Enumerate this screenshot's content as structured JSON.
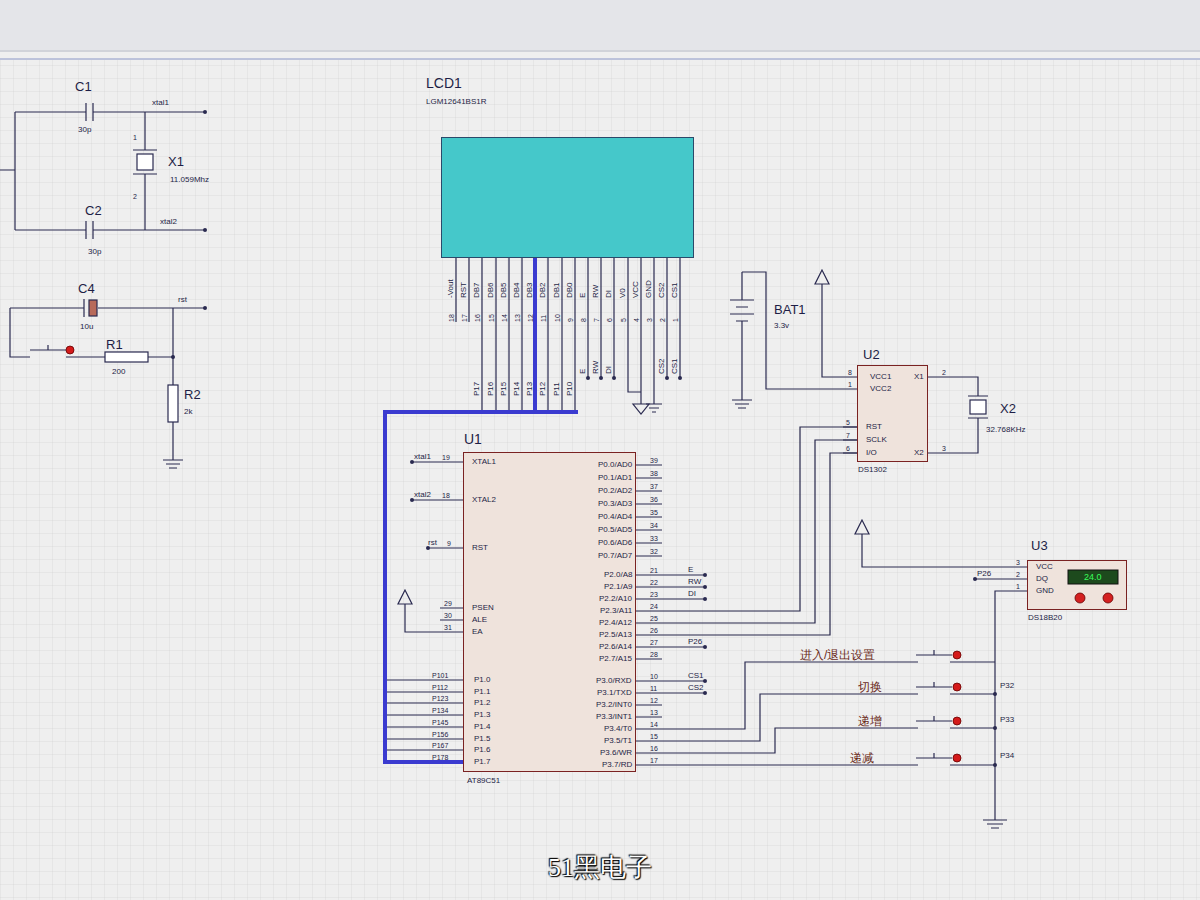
{
  "diagram": {
    "nodes": [
      {
        "text": [
          "LCD1",
          "LGM12641BS1R"
        ]
      },
      {
        "text": [
          "U2",
          "DS1302"
        ]
      },
      {
        "text": [
          "U1",
          "AT89C51"
        ]
      },
      {
        "text": [
          "U3",
          "DS18B20"
        ]
      }
    ],
    "edges": [
      {
        "from": 2,
        "to": 0,
        "arrow": "none"
      },
      {
        "from": 2,
        "to": 1,
        "arrow": "none"
      },
      {
        "from": 2,
        "to": 1,
        "arrow": "none"
      },
      {
        "from": 2,
        "to": 1,
        "arrow": "none"
      }
    ],
    "labels": [
      "C1",
      "30p",
      "xtal1",
      "1",
      "X1",
      "11.059Mhz",
      "2",
      "C2",
      "30p",
      "xtal2",
      "C4",
      "10u",
      "rst",
      "R1",
      "200",
      "R2",
      "2k",
      "-Vout",
      "RST",
      "DB7",
      "DB6",
      "DB5",
      "DB4",
      "DB3",
      "DB2",
      "DB1",
      "DB0",
      "E",
      "RW",
      "DI",
      "V0",
      "VCC",
      "GND",
      "CS2",
      "CS1",
      "18",
      "17",
      "16",
      "15",
      "14",
      "13",
      "12",
      "11",
      "10",
      "9",
      "8",
      "7",
      "6",
      "5",
      "4",
      "3",
      "2",
      "1",
      "P17",
      "P16",
      "P15",
      "P14",
      "P13",
      "P12",
      "P11",
      "P10",
      "E",
      "RW",
      "DI",
      "CS2",
      "CS1",
      "BAT1",
      "3.3v",
      "VCC1",
      "VCC2",
      "RST",
      "SCLK",
      "I/O",
      "X1",
      "X2",
      "8",
      "1",
      "5",
      "7",
      "6",
      "2",
      "3",
      "X2",
      "32.768KHz",
      "VCC",
      "DQ",
      "GND",
      "3",
      "2",
      "1",
      "24.0",
      "P26",
      "XTAL1",
      "XTAL2",
      "RST",
      "PSEN",
      "ALE",
      "EA",
      "19",
      "18",
      "9",
      "29",
      "30",
      "31",
      "xtal1",
      "xtal2",
      "rst",
      "P1.0",
      "P1.1",
      "P1.2",
      "P1.3",
      "P1.4",
      "P1.5",
      "P1.6",
      "P1.7",
      "P101",
      "P112",
      "P123",
      "P134",
      "P145",
      "P156",
      "P167",
      "P178",
      "P0.0/AD0",
      "P0.1/AD1",
      "P0.2/AD2",
      "P0.3/AD3",
      "P0.4/AD4",
      "P0.5/AD5",
      "P0.6/AD6",
      "P0.7/AD7",
      "39",
      "38",
      "37",
      "36",
      "35",
      "34",
      "33",
      "32",
      "P2.0/A8",
      "P2.1/A9",
      "P2.2/A10",
      "P2.3/A11",
      "P2.4/A12",
      "P2.5/A13",
      "P2.6/A14",
      "P2.7/A15",
      "21",
      "22",
      "23",
      "24",
      "25",
      "26",
      "27",
      "28",
      "P3.0/RXD",
      "P3.1/TXD",
      "P3.2/INT0",
      "P3.3/INT1",
      "P3.4/T0",
      "P3.5/T1",
      "P3.6/WR",
      "P3.7/RD",
      "10",
      "11",
      "12",
      "13",
      "14",
      "15",
      "16",
      "17",
      "E",
      "RW",
      "DI",
      "P26",
      "CS1",
      "CS2",
      "进入/退出设置",
      "切换",
      "递增",
      "递减",
      "P32",
      "P33",
      "P34",
      "51黑电子"
    ]
  }
}
